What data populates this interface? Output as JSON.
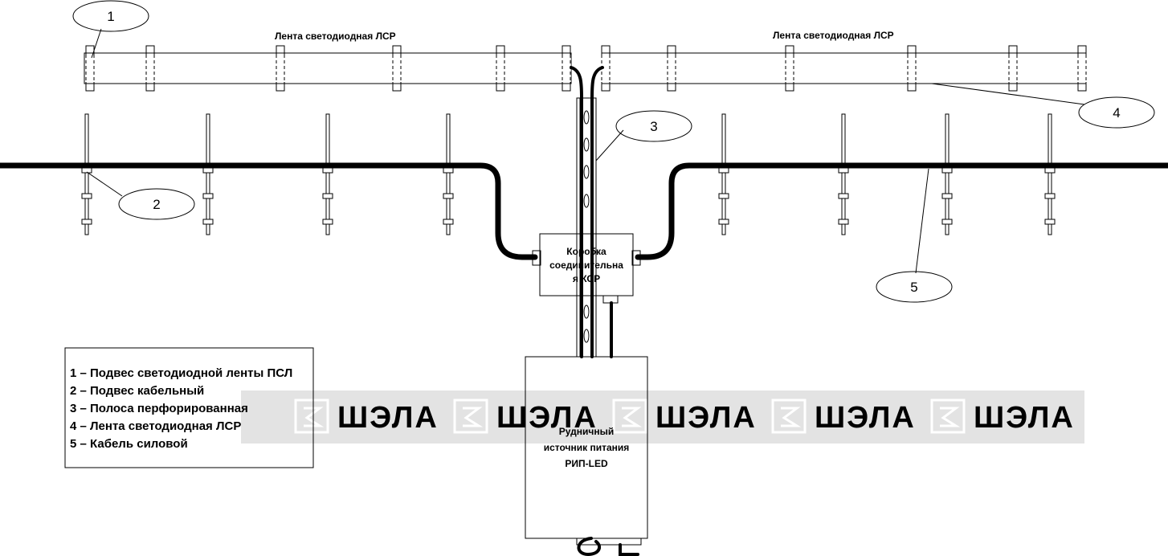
{
  "labels": {
    "strip_left": "Лента светодиодная  ЛСР",
    "strip_right": "Лента светодиодная  ЛСР"
  },
  "callouts": [
    "1",
    "2",
    "3",
    "4",
    "5"
  ],
  "junction_box": {
    "lines": [
      "Коробка",
      "соединительна",
      "я КСР"
    ]
  },
  "power_source": {
    "lines": [
      "Рудничный",
      "источник питания",
      "РИП-LED"
    ]
  },
  "legend": {
    "items": [
      "1 – Подвес светодиодной ленты ПСЛ",
      "2 – Подвес кабельный",
      "3 – Полоса перфорированная",
      "4 – Лента светодиодная ЛСР",
      "5 – Кабель силовой"
    ]
  },
  "watermark": {
    "text": "ШЭЛА",
    "color": "#e3e3e3"
  }
}
